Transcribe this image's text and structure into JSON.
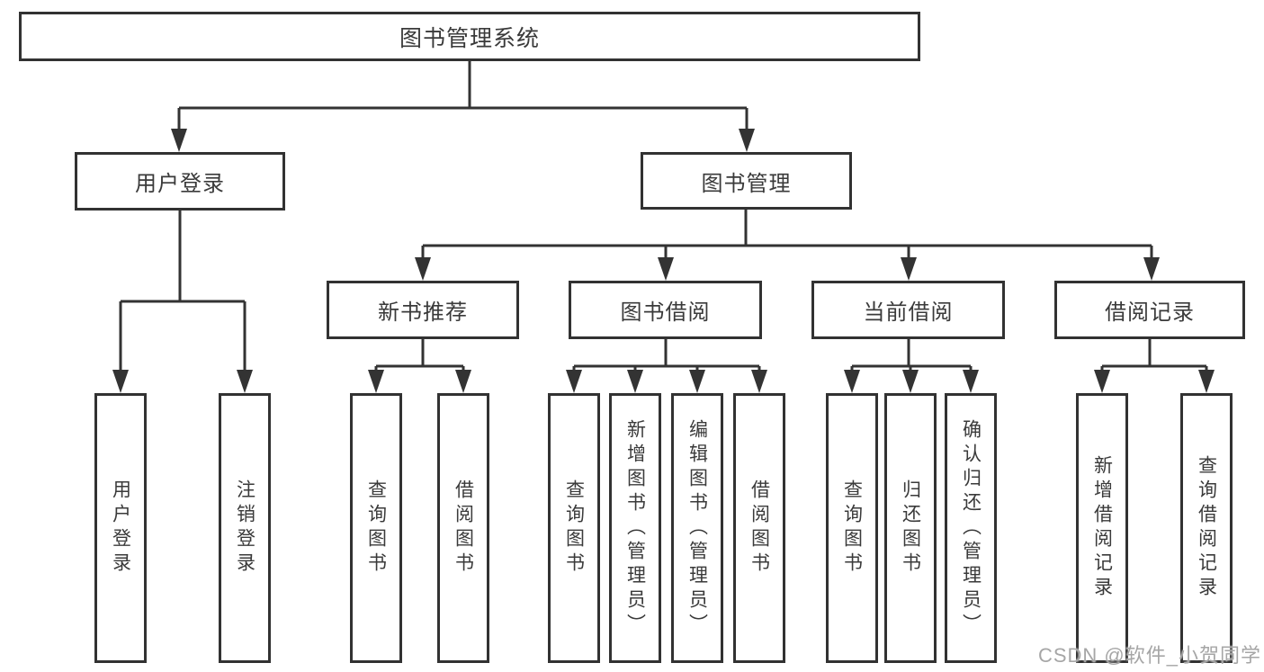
{
  "colors": {
    "line": "#333333",
    "box_border": "#323232",
    "box_fill": "#ffffff",
    "text": "#3a3a3a",
    "watermark_text": "#a6a6a6",
    "background": "#ffffff"
  },
  "diagram": {
    "root": {
      "label": "图书管理系统"
    },
    "branches": [
      {
        "label": "用户登录",
        "children": [
          {
            "label": "用户登录"
          },
          {
            "label": "注销登录"
          }
        ]
      },
      {
        "label": "图书管理",
        "children": [
          {
            "label": "新书推荐",
            "children": [
              {
                "label": "查询图书"
              },
              {
                "label": "借阅图书"
              }
            ]
          },
          {
            "label": "图书借阅",
            "children": [
              {
                "label": "查询图书"
              },
              {
                "label": "新增图书（管理员）"
              },
              {
                "label": "编辑图书（管理员）"
              },
              {
                "label": "借阅图书"
              }
            ]
          },
          {
            "label": "当前借阅",
            "children": [
              {
                "label": "查询图书"
              },
              {
                "label": "归还图书"
              },
              {
                "label": "确认归还（管理员）"
              }
            ]
          },
          {
            "label": "借阅记录",
            "children": [
              {
                "label": "新增借阅记录"
              },
              {
                "label": "查询借阅记录"
              }
            ]
          }
        ]
      }
    ]
  },
  "watermark": {
    "text": "CSDN @软件_小贺同学"
  }
}
